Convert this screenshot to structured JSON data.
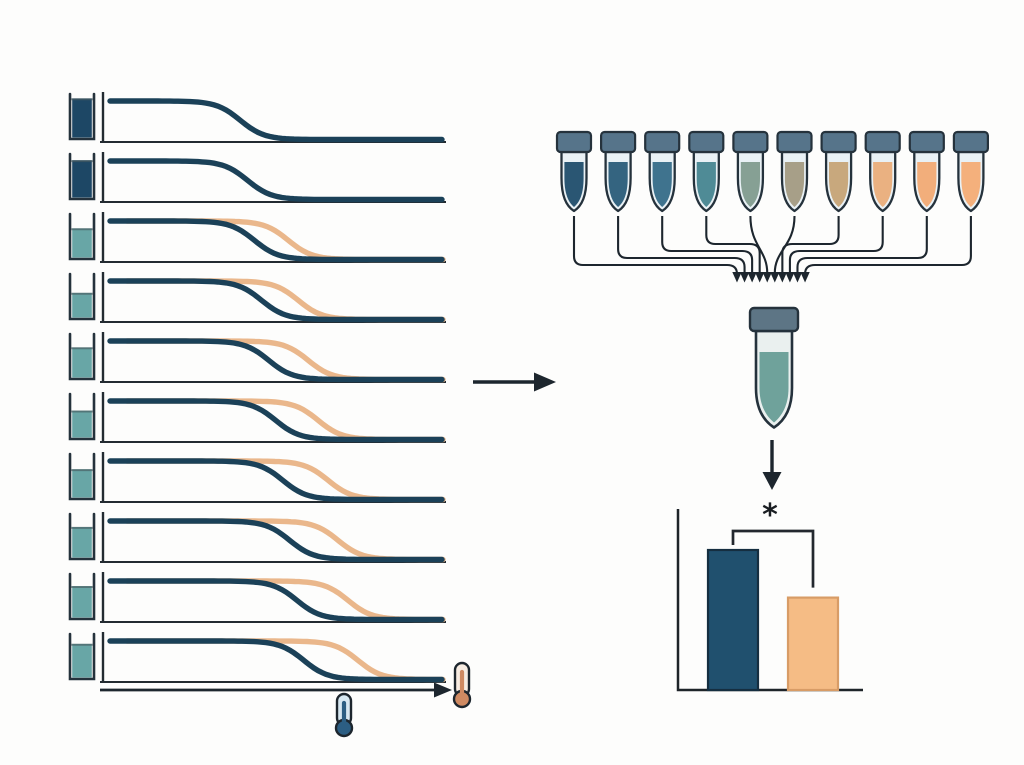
{
  "palette": {
    "background": "#fdfdfc",
    "ink": "#1d262e",
    "axis": "#232b31",
    "navy_series": "#1b4158",
    "orange_series": "#eab78b",
    "sample_navy": "#1d4765",
    "sample_teal": "#68a6a6",
    "tube_outline": "#25323c",
    "tube_cap": "#56748a",
    "tube_body": "#e9f1f5",
    "cold_accent": "#2c5e83",
    "cold_fill": "#d7e8f2",
    "hot_accent": "#cf8a62",
    "hot_fill": "#f7ece2",
    "pooled_liquid": "#6fa29b",
    "bar_navy": "#20506e",
    "bar_navy_border": "#152e40",
    "bar_orange": "#f5bc85",
    "bar_orange_border": "#d89c66"
  },
  "chart_data": [
    {
      "type": "line",
      "id": "melting-curve-panels",
      "title": "",
      "xlabel": "",
      "ylabel": "",
      "panel_count": 10,
      "x_axis_icons": [
        "cold-thermometer",
        "hot-thermometer"
      ],
      "series_colors": {
        "navy": "#1b4158",
        "orange": "#eab78b"
      },
      "panels": [
        {
          "row": 1,
          "sample_color": "#1d4765",
          "sample_level": 0.9,
          "curves": [
            {
              "series": "navy",
              "midpoint": 0.4
            }
          ]
        },
        {
          "row": 2,
          "sample_color": "#1d4765",
          "sample_level": 0.86,
          "curves": [
            {
              "series": "navy",
              "midpoint": 0.421
            }
          ]
        },
        {
          "row": 3,
          "sample_color": "#68a6a6",
          "sample_level": 0.68,
          "curves": [
            {
              "series": "navy",
              "midpoint": 0.441
            },
            {
              "series": "orange",
              "midpoint": 0.54
            }
          ]
        },
        {
          "row": 4,
          "sample_color": "#68a6a6",
          "sample_level": 0.58,
          "curves": [
            {
              "series": "navy",
              "midpoint": 0.462
            },
            {
              "series": "orange",
              "midpoint": 0.569
            }
          ]
        },
        {
          "row": 5,
          "sample_color": "#68a6a6",
          "sample_level": 0.7,
          "curves": [
            {
              "series": "navy",
              "midpoint": 0.483
            },
            {
              "series": "orange",
              "midpoint": 0.598
            }
          ]
        },
        {
          "row": 6,
          "sample_color": "#68a6a6",
          "sample_level": 0.63,
          "curves": [
            {
              "series": "navy",
              "midpoint": 0.503
            },
            {
              "series": "orange",
              "midpoint": 0.627
            }
          ]
        },
        {
          "row": 7,
          "sample_color": "#68a6a6",
          "sample_level": 0.66,
          "curves": [
            {
              "series": "navy",
              "midpoint": 0.524
            },
            {
              "series": "orange",
              "midpoint": 0.656
            }
          ]
        },
        {
          "row": 8,
          "sample_color": "#68a6a6",
          "sample_level": 0.71,
          "curves": [
            {
              "series": "navy",
              "midpoint": 0.544
            },
            {
              "series": "orange",
              "midpoint": 0.685
            }
          ]
        },
        {
          "row": 9,
          "sample_color": "#68a6a6",
          "sample_level": 0.73,
          "curves": [
            {
              "series": "navy",
              "midpoint": 0.565
            },
            {
              "series": "orange",
              "midpoint": 0.714
            }
          ]
        },
        {
          "row": 10,
          "sample_color": "#68a6a6",
          "sample_level": 0.78,
          "curves": [
            {
              "series": "navy",
              "midpoint": 0.585
            },
            {
              "series": "orange",
              "midpoint": 0.743
            }
          ]
        }
      ]
    },
    {
      "type": "bar",
      "id": "pooled-comparison",
      "title": "",
      "xlabel": "",
      "ylabel": "",
      "categories": [
        "navy",
        "orange"
      ],
      "values": [
        1.0,
        0.66
      ],
      "bar_colors": [
        "#20506e",
        "#f5bc85"
      ],
      "bar_borders": [
        "#152e40",
        "#d89c66"
      ],
      "significance": "*",
      "ylim": [
        0,
        1.1
      ],
      "grid": false,
      "legend": false
    }
  ],
  "pooling": {
    "tube_count": 10,
    "tube_colors": [
      "#2a5673",
      "#346480",
      "#3f738e",
      "#4f8b96",
      "#86a094",
      "#a79f88",
      "#c8a87d",
      "#eab181",
      "#f2ae7b",
      "#f4b07c"
    ],
    "pooled_tube_color": "#6fa29b"
  }
}
